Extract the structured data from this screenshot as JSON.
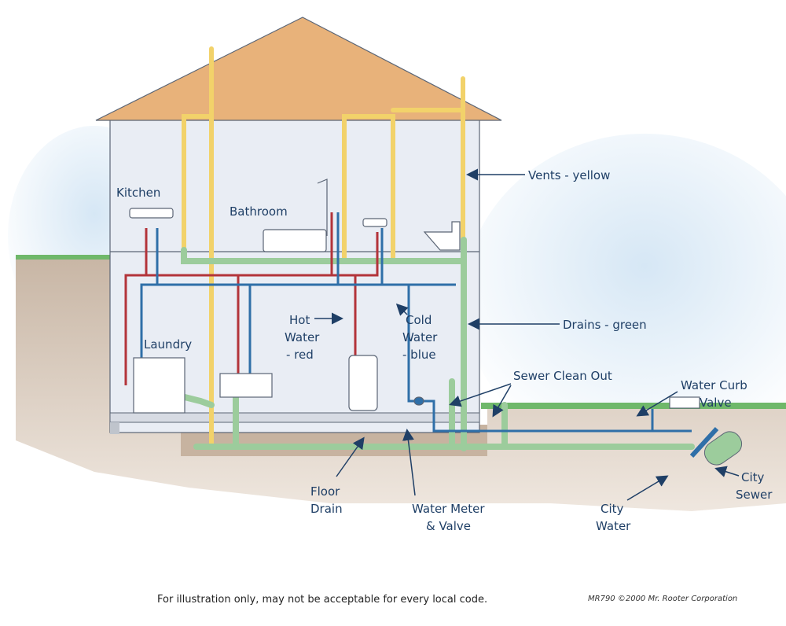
{
  "labels": {
    "kitchen": "Kitchen",
    "bathroom": "Bathroom",
    "laundry": "Laundry",
    "vents": "Vents - yellow",
    "drains": "Drains - green",
    "hot_water": [
      "Hot",
      "Water",
      "- red"
    ],
    "cold_water": [
      "Cold",
      "Water",
      "- blue"
    ],
    "sewer_clean_out": "Sewer Clean Out",
    "water_curb_valve": [
      "Water Curb",
      "Valve"
    ],
    "city_sewer": [
      "City",
      "Sewer"
    ],
    "city_water": [
      "City",
      "Water"
    ],
    "floor_drain": [
      "Floor",
      "Drain"
    ],
    "water_meter": [
      "Water Meter",
      "& Valve"
    ]
  },
  "footer": {
    "disclaimer": "For illustration only, may not be acceptable for every local code.",
    "credit": "MR790  ©2000 Mr. Rooter Corporation"
  },
  "colors": {
    "vent": "#f2d26a",
    "drain": "#9ccc9c",
    "hot": "#b3343a",
    "cold": "#2f6fa8",
    "roof": "#e8b27a",
    "wall": "#e9edf4",
    "ground": "#c9b8a8",
    "sky": "#cfe3f3",
    "grass": "#6fb86a",
    "label": "#1f3f66"
  }
}
